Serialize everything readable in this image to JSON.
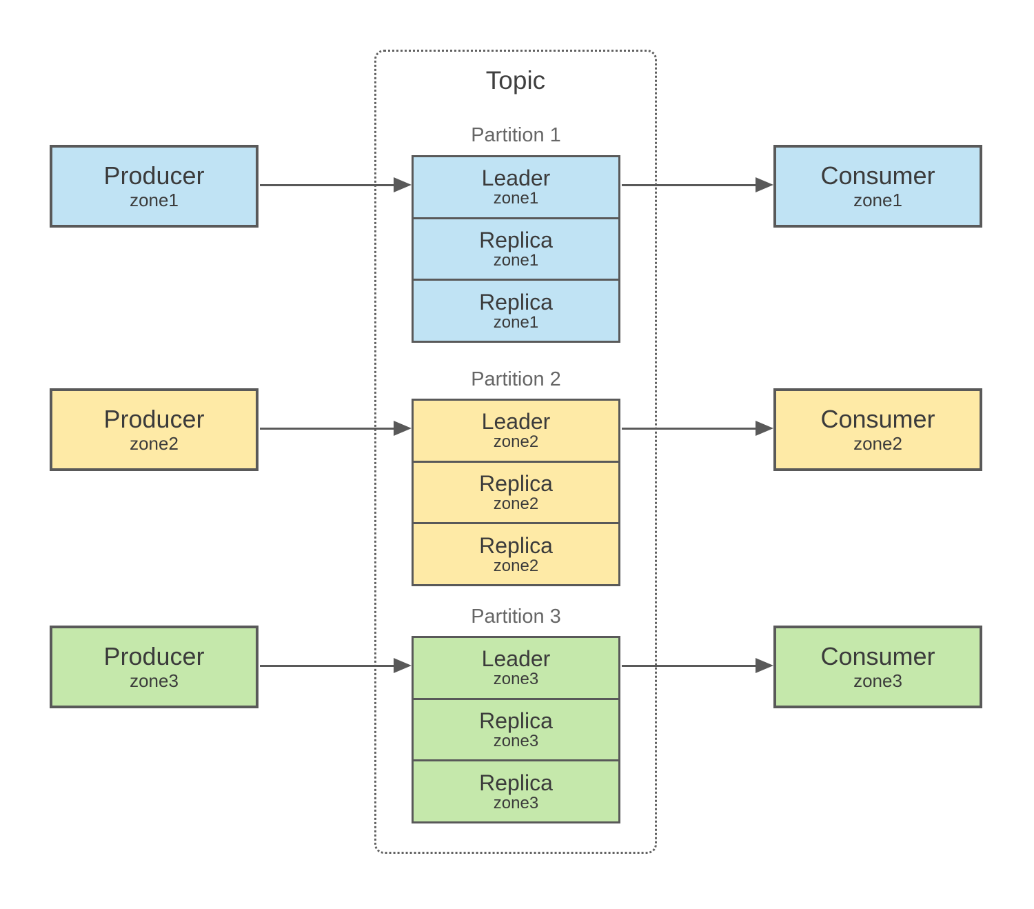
{
  "topic": {
    "label": "Topic"
  },
  "colors": {
    "zone1": "#c0e3f4",
    "zone2": "#feeaa6",
    "zone3": "#c5e8ab",
    "border": "#595959",
    "arrow": "#595959",
    "partition_label": "#666666",
    "text": "#3b3b3b"
  },
  "rows": [
    {
      "zone": "zone1",
      "producer": {
        "title": "Producer",
        "subtitle": "zone1"
      },
      "partition": {
        "label": "Partition 1",
        "cells": [
          {
            "title": "Leader",
            "subtitle": "zone1"
          },
          {
            "title": "Replica",
            "subtitle": "zone1"
          },
          {
            "title": "Replica",
            "subtitle": "zone1"
          }
        ]
      },
      "consumer": {
        "title": "Consumer",
        "subtitle": "zone1"
      }
    },
    {
      "zone": "zone2",
      "producer": {
        "title": "Producer",
        "subtitle": "zone2"
      },
      "partition": {
        "label": "Partition 2",
        "cells": [
          {
            "title": "Leader",
            "subtitle": "zone2"
          },
          {
            "title": "Replica",
            "subtitle": "zone2"
          },
          {
            "title": "Replica",
            "subtitle": "zone2"
          }
        ]
      },
      "consumer": {
        "title": "Consumer",
        "subtitle": "zone2"
      }
    },
    {
      "zone": "zone3",
      "producer": {
        "title": "Producer",
        "subtitle": "zone3"
      },
      "partition": {
        "label": "Partition 3",
        "cells": [
          {
            "title": "Leader",
            "subtitle": "zone3"
          },
          {
            "title": "Replica",
            "subtitle": "zone3"
          },
          {
            "title": "Replica",
            "subtitle": "zone3"
          }
        ]
      },
      "consumer": {
        "title": "Consumer",
        "subtitle": "zone3"
      }
    }
  ]
}
